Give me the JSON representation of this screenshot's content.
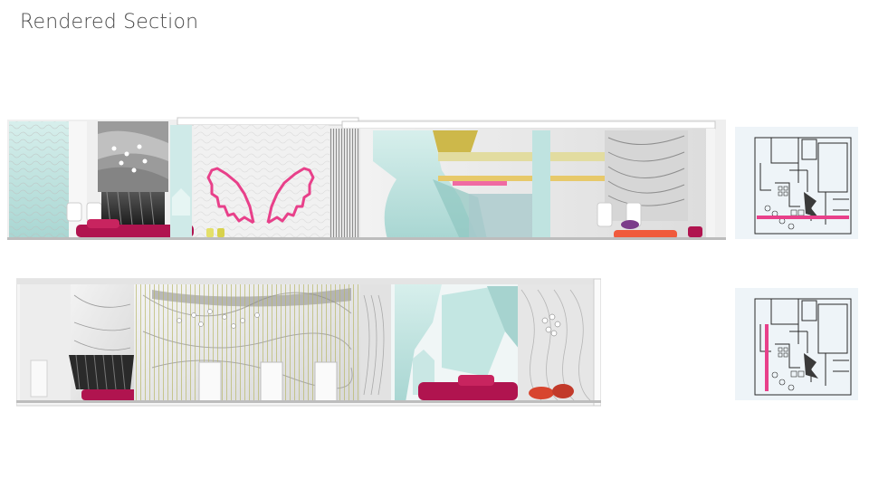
{
  "page": {
    "title": "Rendered Section"
  },
  "colors": {
    "accent_pink": "#e8408a",
    "magenta_furniture": "#b0144f",
    "mint": "#bfe3e0",
    "mustard": "#cdb84a",
    "coral": "#f05a3c",
    "plan_line": "#2a2a2a"
  },
  "views": [
    {
      "id": "section-1",
      "kind": "rendered-section-image",
      "keyplan_cut": "horizontal"
    },
    {
      "id": "section-2",
      "kind": "rendered-section-image",
      "keyplan_cut": "vertical"
    }
  ]
}
